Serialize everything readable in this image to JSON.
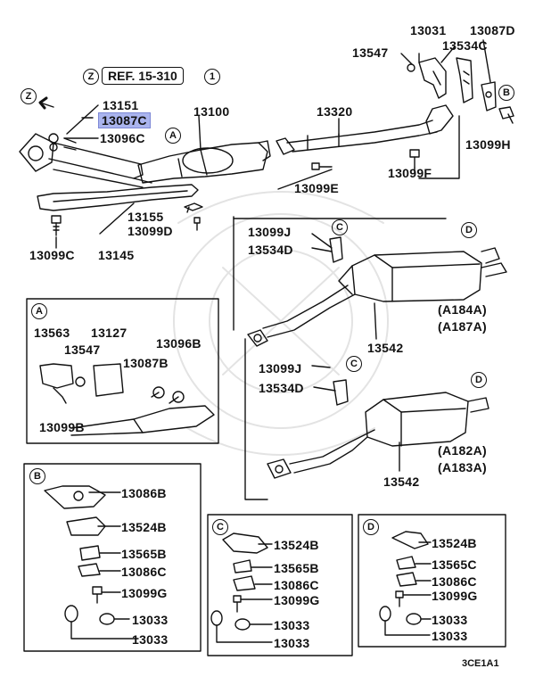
{
  "header": {
    "ref_marker": "Z",
    "ref_text": "REF. 15-310",
    "ref_number": "1"
  },
  "markers": {
    "a": "A",
    "b": "B",
    "c": "C",
    "d": "D",
    "z": "Z"
  },
  "main_labels": {
    "p13151": "13151",
    "p13087c": "13087C",
    "p13096c": "13096C",
    "p13100": "13100",
    "p13320": "13320",
    "p13547": "13547",
    "p13031": "13031",
    "p13087d": "13087D",
    "p13534c": "13534C",
    "p13099h": "13099H",
    "p13099f": "13099F",
    "p13099e": "13099E",
    "p13155": "13155",
    "p13099d": "13099D",
    "p13099c": "13099C",
    "p13145": "13145",
    "p13099j_a": "13099J",
    "p13534d_a": "13534D",
    "p13542_a": "13542",
    "model_a1": "(A184A)",
    "model_a2": "(A187A)",
    "p13099j_b": "13099J",
    "p13534d_b": "13534D",
    "p13542_b": "13542",
    "model_b1": "(A182A)",
    "model_b2": "(A183A)"
  },
  "detail_a": {
    "p13563": "13563",
    "p13127": "13127",
    "p13547": "13547",
    "p13096b": "13096B",
    "p13087b": "13087B",
    "p13099b": "13099B"
  },
  "detail_b": {
    "p13086b": "13086B",
    "p13524b": "13524B",
    "p13565b": "13565B",
    "p13086c": "13086C",
    "p13099g": "13099G",
    "p13033a": "13033",
    "p13033b": "13033"
  },
  "detail_c": {
    "p13524b": "13524B",
    "p13565b": "13565B",
    "p13086c": "13086C",
    "p13099g": "13099G",
    "p13033a": "13033",
    "p13033b": "13033"
  },
  "detail_d": {
    "p13524b": "13524B",
    "p13565c": "13565C",
    "p13086c": "13086C",
    "p13099g": "13099G",
    "p13033a": "13033",
    "p13033b": "13033"
  },
  "footer": {
    "code": "3CE1A1"
  }
}
